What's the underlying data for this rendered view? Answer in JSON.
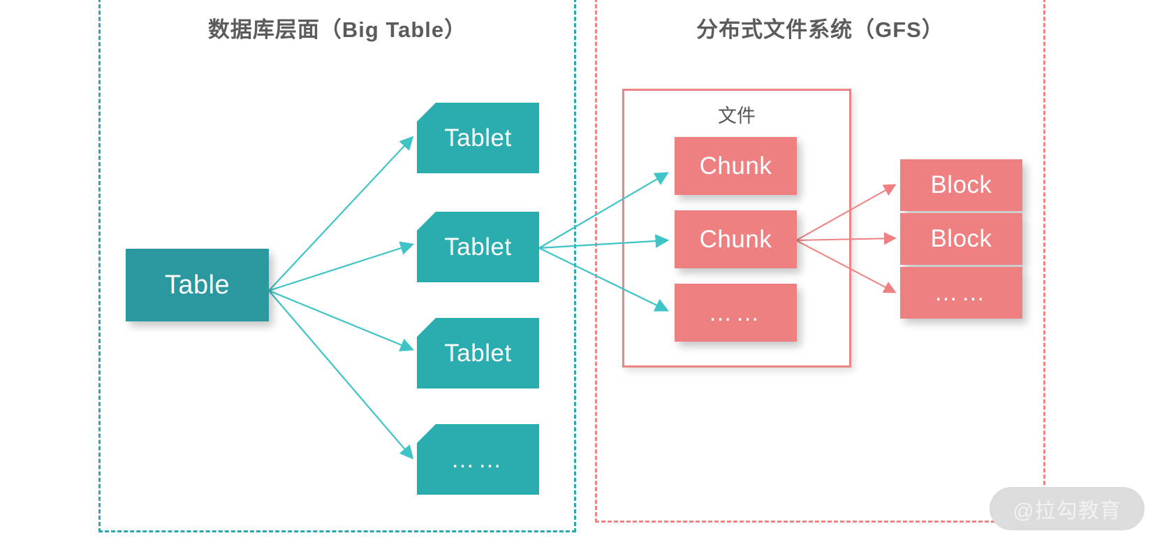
{
  "diagram": {
    "title_left": "数据库层面（Big Table）",
    "title_right": "分布式文件系统（GFS）",
    "file_group_label": "文件",
    "watermark": "@拉勾教育",
    "colors": {
      "teal_dark": "#2A989E",
      "teal": "#2BACAE",
      "teal_dashed_border": "#2BA8AE",
      "salmon": "#EE8081",
      "salmon_dashed_border": "#EE8484",
      "title_text": "#5B5B5B",
      "watermark_pill": "#DCDCDC",
      "background": "#FFFFFF"
    },
    "left_panel": {
      "root": {
        "label": "Table"
      },
      "tablets": [
        {
          "label": "Tablet"
        },
        {
          "label": "Tablet"
        },
        {
          "label": "Tablet"
        },
        {
          "label": "……"
        }
      ]
    },
    "right_panel": {
      "chunks": [
        {
          "label": "Chunk"
        },
        {
          "label": "Chunk"
        },
        {
          "label": "……"
        }
      ],
      "blocks": [
        {
          "label": "Block"
        },
        {
          "label": "Block"
        },
        {
          "label": "……"
        }
      ]
    }
  }
}
